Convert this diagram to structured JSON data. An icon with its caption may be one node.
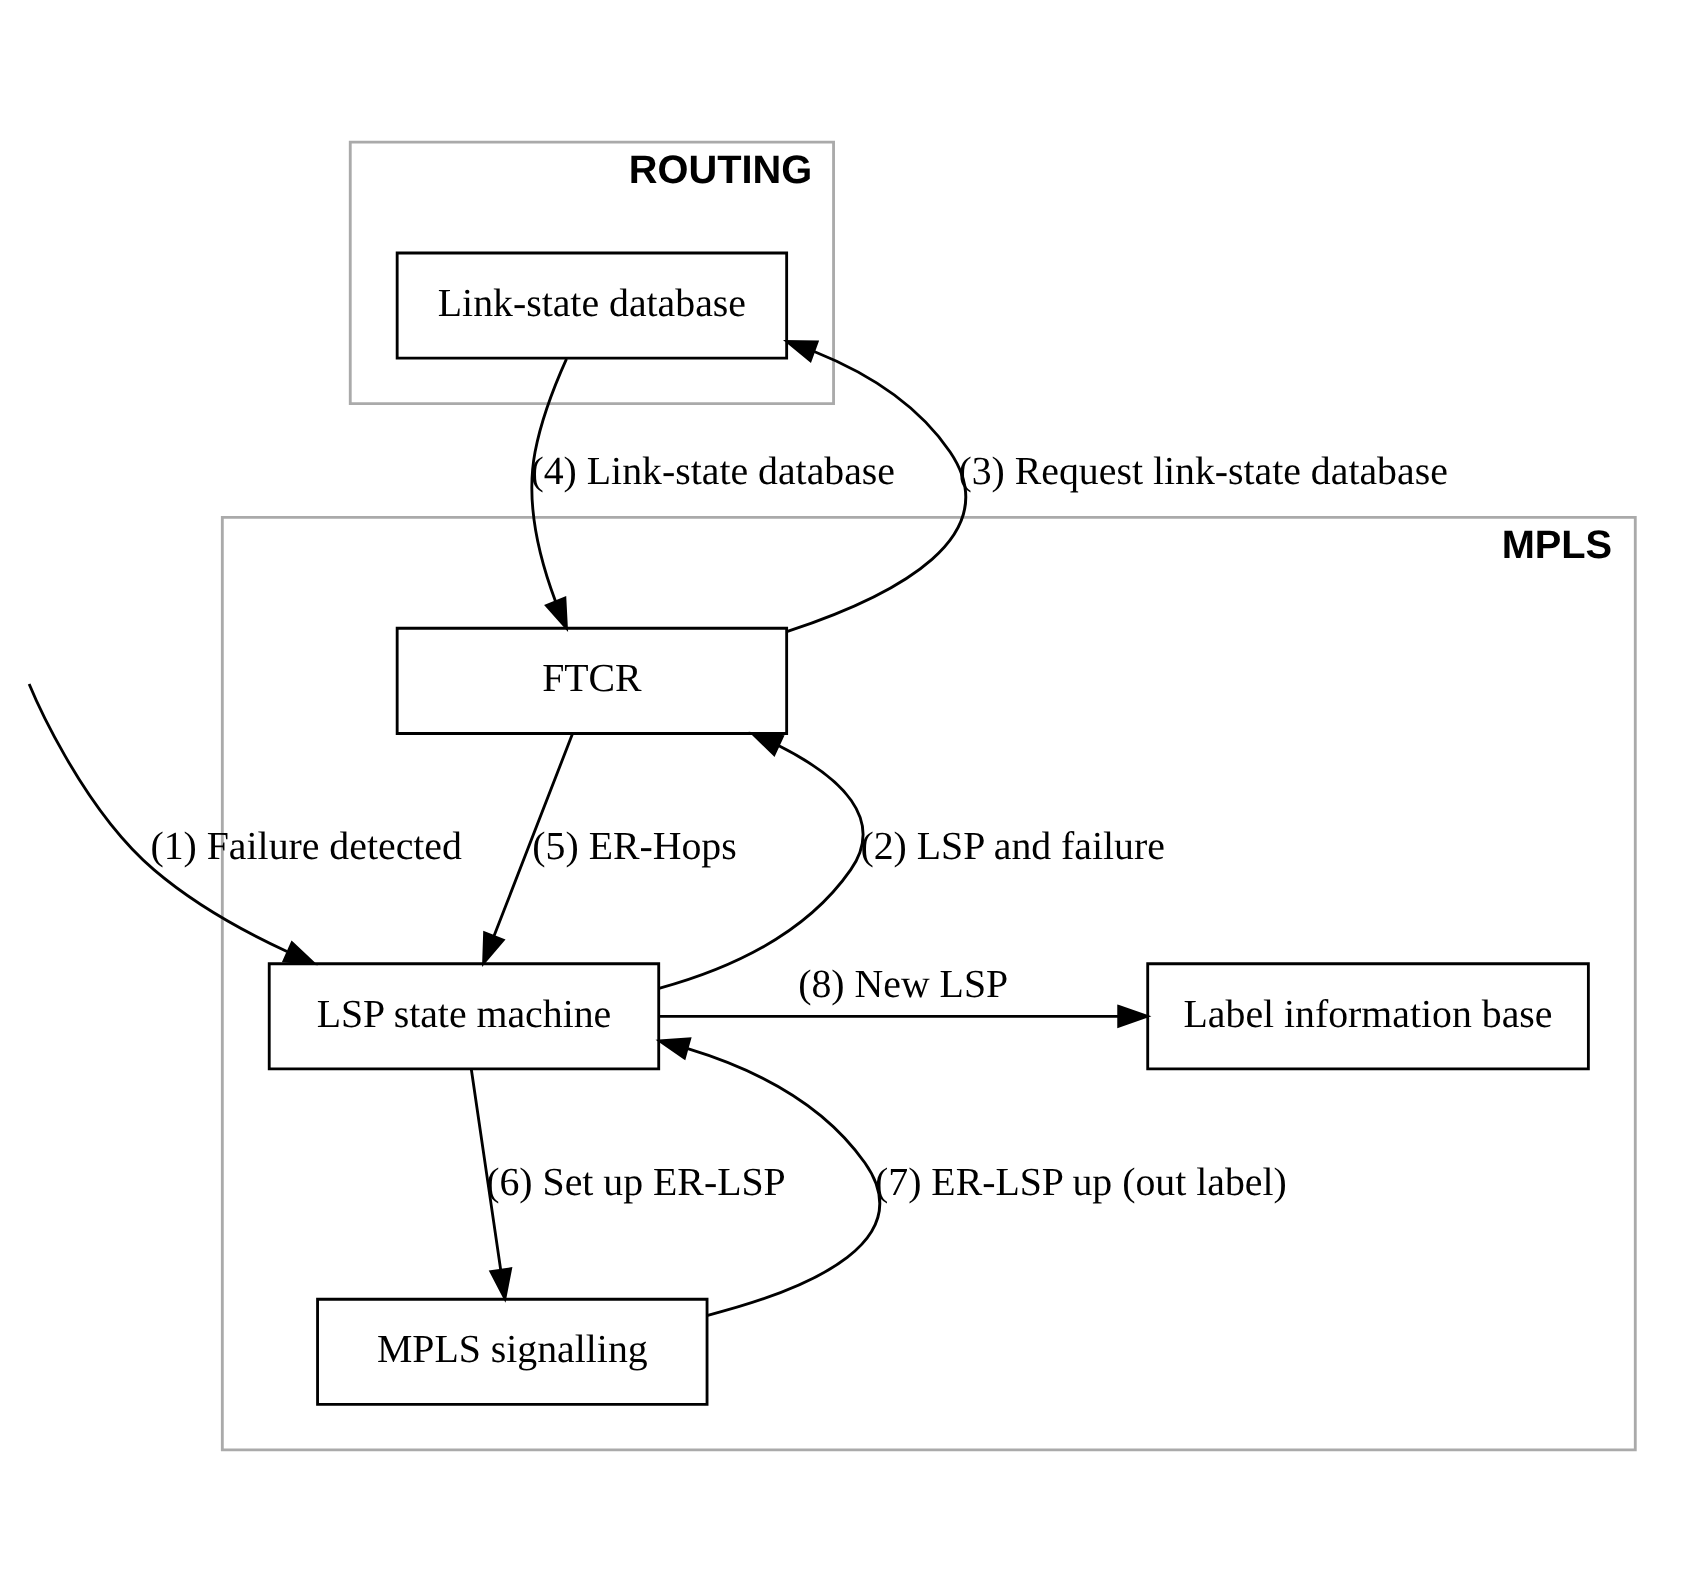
{
  "diagram": {
    "nodes": [
      {
        "text": [
          "ROUTING"
        ]
      },
      {
        "text": [
          "Link-state database"
        ],
        "in": 0
      },
      {
        "text": [
          "MPLS"
        ]
      },
      {
        "text": [
          "FTCR"
        ],
        "in": 2
      },
      {
        "text": [
          "LSP state machine"
        ],
        "in": 2
      },
      {
        "text": [
          "Label information base"
        ],
        "in": 2
      },
      {
        "text": [
          "MPLS signalling"
        ],
        "in": 2
      }
    ],
    "edges": [
      {
        "from": 3,
        "to": 1,
        "arrow": "to",
        "label": "(3) Request link-state database"
      },
      {
        "from": 1,
        "to": 3,
        "arrow": "to",
        "label": "(4) Link-state database"
      },
      {
        "from": 4,
        "to": 3,
        "arrow": "to",
        "label": "(2) LSP and failure"
      },
      {
        "from": 3,
        "to": 4,
        "arrow": "to",
        "label": "(5) ER-Hops"
      },
      {
        "from": null,
        "to": 4,
        "arrow": "to",
        "label": "(1) Failure detected"
      },
      {
        "from": 4,
        "to": 5,
        "arrow": "to",
        "label": "(8) New LSP"
      },
      {
        "from": 6,
        "to": 4,
        "arrow": "to",
        "label": "(7) ER-LSP up (out label)"
      },
      {
        "from": 4,
        "to": 6,
        "arrow": "to",
        "label": "(6) Set up ER-LSP"
      }
    ]
  }
}
